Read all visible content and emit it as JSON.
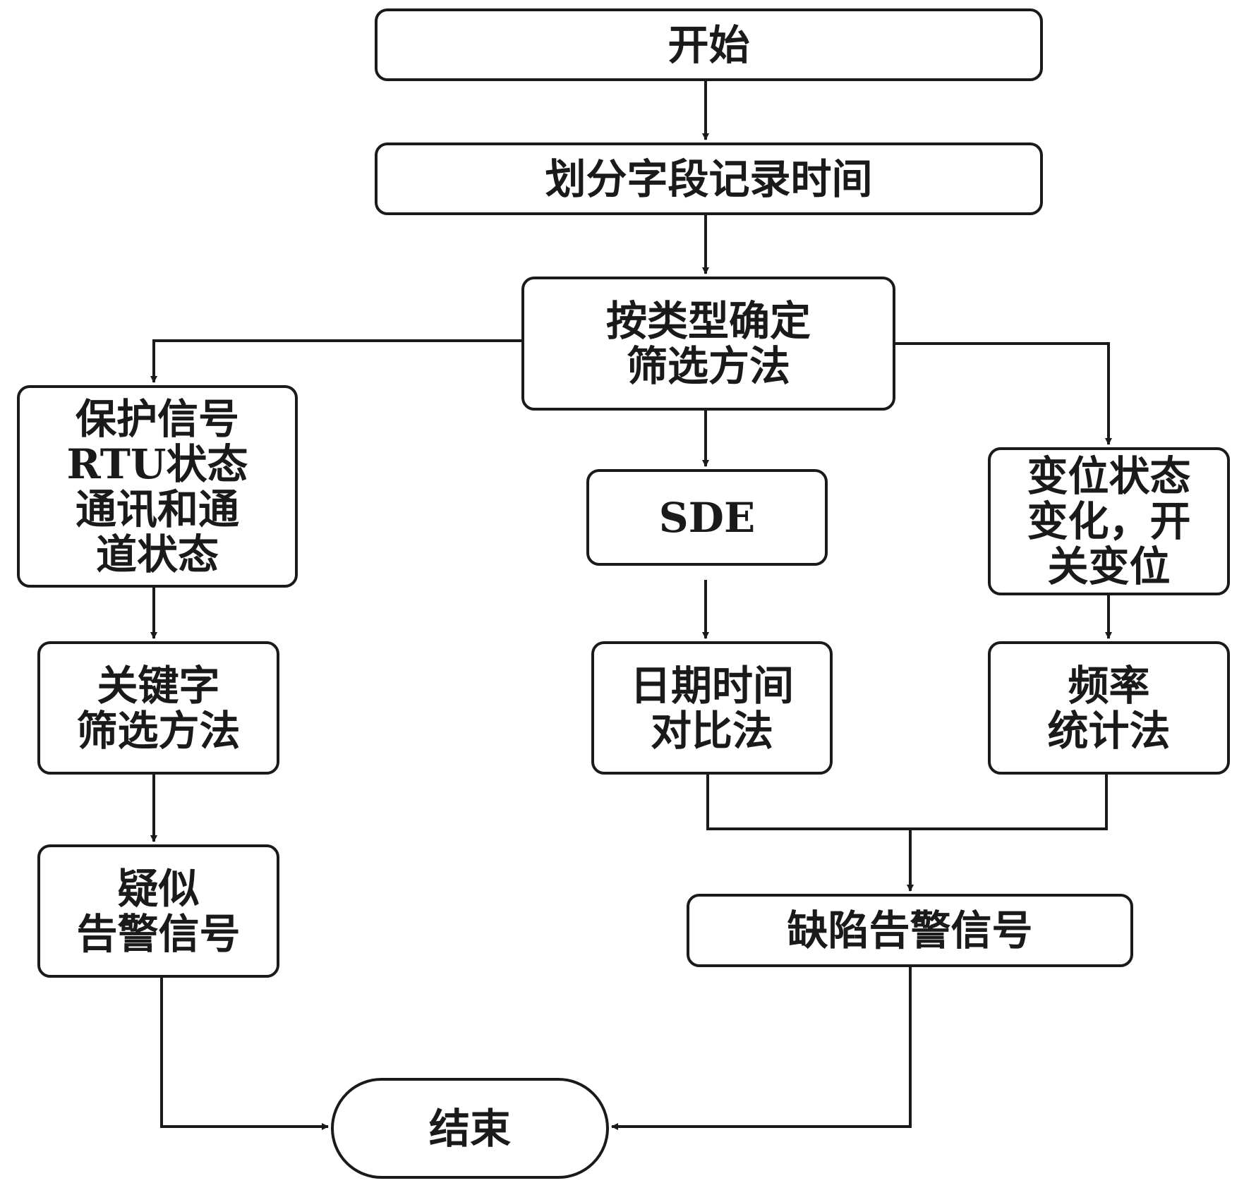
{
  "nodes": {
    "start": [
      "开始"
    ],
    "split_time": [
      "划分字段记录时间"
    ],
    "by_type": [
      "按类型确定",
      "筛选方法"
    ],
    "protection": [
      "保护信号",
      "RTU状态",
      "通讯和通",
      "道状态"
    ],
    "sde": [
      "SDE"
    ],
    "state_change": [
      "变位状态",
      "变化，开",
      "关变位"
    ],
    "keyword": [
      "关键字",
      "筛选方法"
    ],
    "date_compare": [
      "日期时间",
      "对比法"
    ],
    "frequency": [
      "频率",
      "统计法"
    ],
    "suspected_alarm": [
      "疑似",
      "告警信号"
    ],
    "defect_alarm": [
      "缺陷告警信号"
    ],
    "end": [
      "结束"
    ]
  }
}
